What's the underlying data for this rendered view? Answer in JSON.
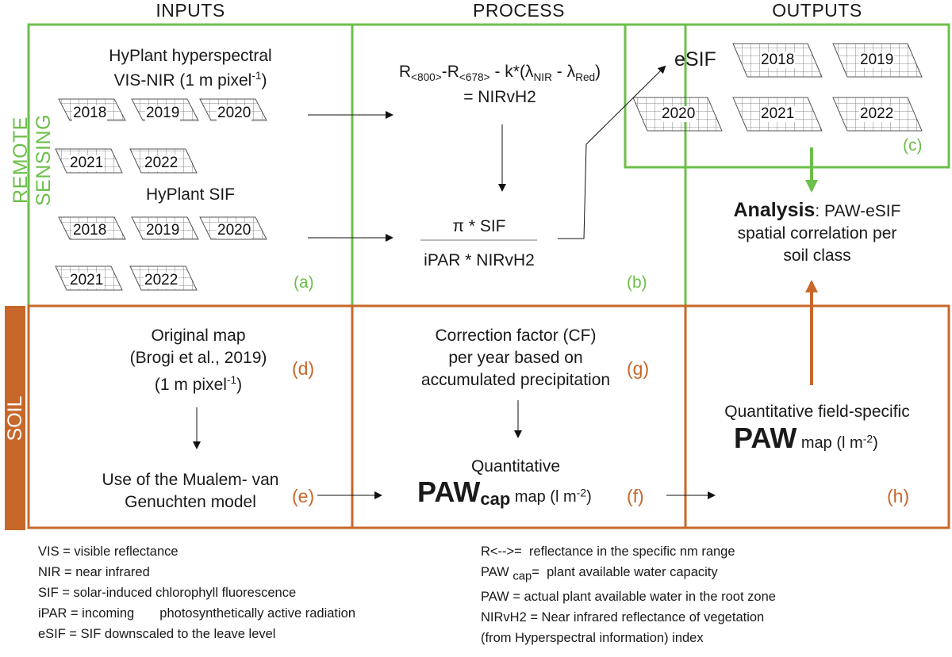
{
  "headers": {
    "inputs": "INPUTS",
    "process": "PROCESS",
    "outputs": "OUTPUTS"
  },
  "side_labels": {
    "remote_sensing": "REMOTE SENSING",
    "soil": "SOIL"
  },
  "panel_a": {
    "title_line1": "HyPlant hyperspectral",
    "title_line2": "VIS-NIR (1 m pixel",
    "title_line2_sup": "-1",
    "title_line2_end": ")",
    "sif_title": "HyPlant SIF",
    "years": [
      "2018",
      "2019",
      "2020",
      "2021",
      "2022"
    ],
    "tag": "(a)"
  },
  "panel_b": {
    "eq_line1_R1": "R",
    "eq_line1_sub1": "<800>",
    "eq_line1_minus": "-R",
    "eq_line1_sub2": "<678>",
    "eq_line1_k": " - k*(λ",
    "eq_line1_sub3": "NIR",
    "eq_line1_mid": " - λ",
    "eq_line1_sub4": "Red",
    "eq_line1_close": ")",
    "eq_line2": "= NIRvH2",
    "frac_num": "π * SIF",
    "frac_den": "iPAR * NIRvH2",
    "tag": "(b)"
  },
  "panel_c": {
    "label": "eSIF",
    "years": [
      "2018",
      "2019",
      "2020",
      "2021",
      "2022"
    ],
    "tag": "(c)"
  },
  "analysis": {
    "bold": "Analysis",
    "rest1": ": PAW-eSIF",
    "line2": "spatial correlation per",
    "line3": "soil class"
  },
  "panel_d": {
    "line1": "Original map",
    "line2": "(Brogi et al., 2019)",
    "line3": "(1 m pixel",
    "line3_sup": "-1",
    "line3_end": ")",
    "tag": "(d)"
  },
  "panel_e": {
    "line1": "Use of the Mualem- van",
    "line2": "Genuchten model",
    "tag": "(e)"
  },
  "panel_g": {
    "line1": "Correction factor (CF)",
    "line2": "per year based on",
    "line3": "accumulated precipitation",
    "tag": "(g)"
  },
  "panel_f": {
    "line1": "Quantitative",
    "big": "PAW",
    "big_sub": "cap",
    "map": " map (l m",
    "map_sup": "-2",
    "map_end": ")",
    "tag": "(f)"
  },
  "panel_h": {
    "line1": "Quantitative field-specific",
    "big": "PAW",
    "map": " map (l m",
    "map_sup": "-2",
    "map_end": ")",
    "tag": "(h)"
  },
  "legend_left": [
    "VIS = visible reflectance",
    "NIR = near infrared",
    "SIF = solar-induced chlorophyll fluorescence",
    "iPAR = incoming       photosynthetically active radiation",
    "eSIF = SIF downscaled to the leave level"
  ],
  "legend_right": {
    "r_line": "R<-->=  reflectance in the specific nm range",
    "paw_cap_a": "PAW ",
    "paw_cap_sub": "cap",
    "paw_cap_b": "=  plant available water capacity",
    "paw": "PAW = actual plant available water in the root zone",
    "nirv": "NIRvH2 = Near infrared reflectance of vegetation",
    "nirv2": "(from Hyperspectral information) index"
  },
  "colors": {
    "green": "#6cbf4a",
    "orange": "#c8672a",
    "text": "#1a1a1a"
  }
}
